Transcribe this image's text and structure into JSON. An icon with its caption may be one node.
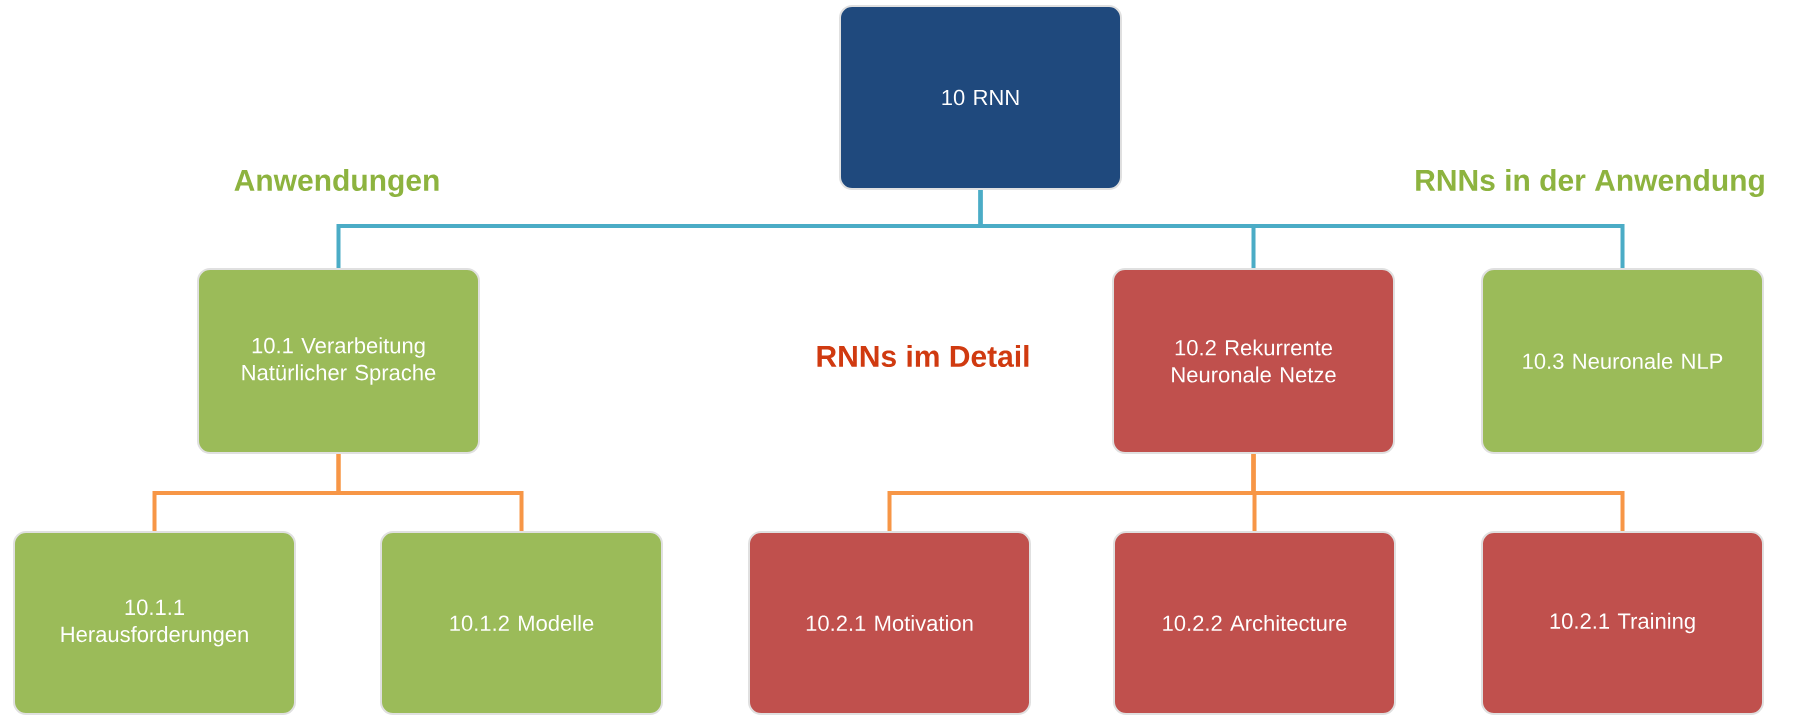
{
  "diagram": {
    "nodes": [
      {
        "text": [
          "10 RNN"
        ]
      },
      {
        "text": [
          "10.1 Verarbeitung Natürlicher Sprache"
        ]
      },
      {
        "text": [
          "10.2 Rekurrente Neuronale Netze"
        ]
      },
      {
        "text": [
          "10.3 Neuronale NLP"
        ]
      },
      {
        "text": [
          "10.1.1 Herausforderungen"
        ]
      },
      {
        "text": [
          "10.1.2 Modelle"
        ]
      },
      {
        "text": [
          "10.2.1 Motivation"
        ]
      },
      {
        "text": [
          "10.2.2 Architecture"
        ]
      },
      {
        "text": [
          "10.2.1 Training"
        ]
      }
    ],
    "edges": [
      {
        "from": 0,
        "to": 1,
        "arrow": "none",
        "color": "#4bacc6"
      },
      {
        "from": 0,
        "to": 2,
        "arrow": "none",
        "color": "#4bacc6"
      },
      {
        "from": 0,
        "to": 3,
        "arrow": "none",
        "color": "#4bacc6"
      },
      {
        "from": 1,
        "to": 4,
        "arrow": "none",
        "color": "#f79646"
      },
      {
        "from": 1,
        "to": 5,
        "arrow": "none",
        "color": "#f79646"
      },
      {
        "from": 2,
        "to": 6,
        "arrow": "none",
        "color": "#f79646"
      },
      {
        "from": 2,
        "to": 7,
        "arrow": "none",
        "color": "#f79646"
      },
      {
        "from": 2,
        "to": 8,
        "arrow": "none",
        "color": "#f79646"
      }
    ],
    "labels": [
      "Anwendungen",
      "RNNs in der Anwendung",
      "RNNs im Detail"
    ]
  }
}
